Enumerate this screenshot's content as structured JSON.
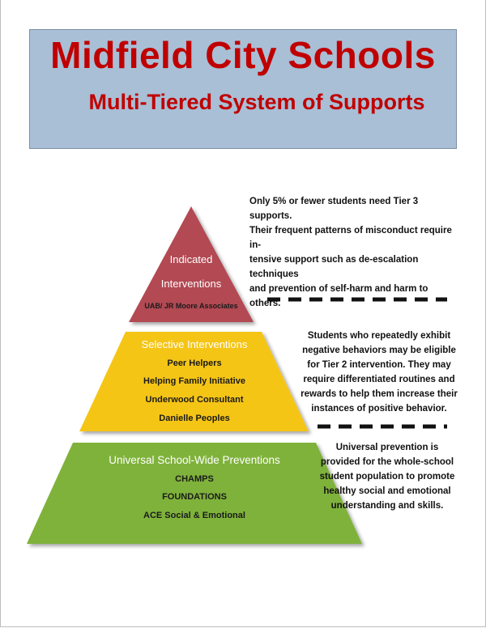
{
  "header": {
    "title": "Midfield City Schools",
    "subtitle": "Multi-Tiered System of Supports"
  },
  "tiers": [
    {
      "title_lines": [
        "Indicated",
        "Interventions"
      ],
      "items": [
        "UAB/ JR Moore Associates"
      ],
      "color": "#b24a52"
    },
    {
      "title": "Selective Interventions",
      "items": [
        "Peer Helpers",
        "Helping Family Initiative",
        "Underwood Consultant",
        "Danielle Peoples"
      ],
      "color": "#f5c518"
    },
    {
      "title": "Universal School-Wide Preventions",
      "items": [
        "CHAMPS",
        "FOUNDATIONS",
        "ACE Social & Emotional"
      ],
      "color": "#7fb23a"
    }
  ],
  "notes": {
    "tier3": [
      "Only 5% or fewer students need Tier 3 supports.",
      "Their frequent patterns of misconduct require in-",
      "tensive support such as de-escalation techniques",
      "and prevention of self-harm and harm to others."
    ],
    "tier2": [
      "Students who repeatedly exhibit",
      "negative behaviors may be eligible",
      "for Tier 2 intervention. They may",
      "require differentiated routines and",
      "rewards to help them increase their",
      "instances of positive behavior."
    ],
    "tier1": [
      "Universal prevention is",
      "provided for the whole-school",
      "student population to promote",
      "healthy social and emotional",
      "understanding and skills."
    ]
  }
}
